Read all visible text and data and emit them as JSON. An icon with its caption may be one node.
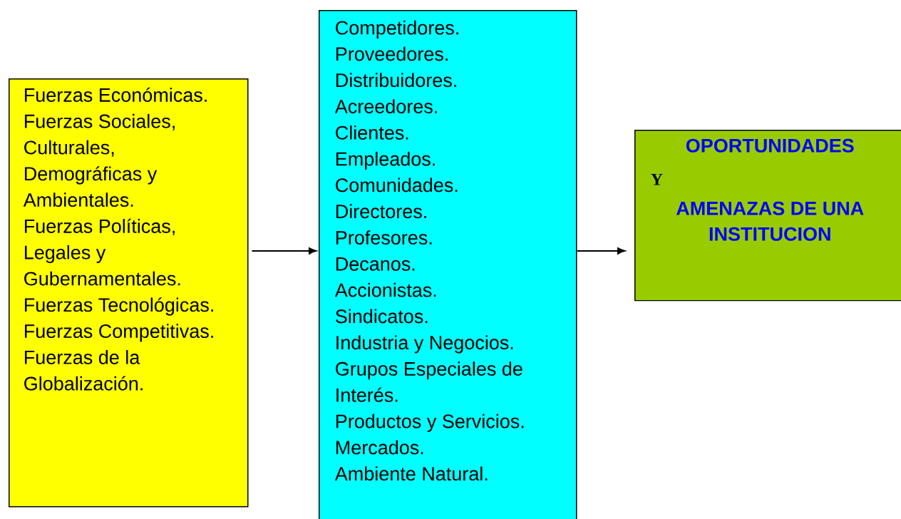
{
  "diagram": {
    "nodes": [
      {
        "text": [
          "Fuerzas Económicas.",
          "Fuerzas Sociales, Culturales, Demográficas y Ambientales.",
          "Fuerzas Políticas, Legales y Gubernamentales.",
          "Fuerzas Tecnológicas.",
          "Fuerzas Competitivas.",
          "Fuerzas de la Globalización."
        ]
      },
      {
        "text": [
          "Competidores.",
          "Proveedores.",
          "Distribuidores.",
          "Acreedores.",
          "Clientes.",
          "Empleados.",
          "Comunidades.",
          "Directores.",
          "Profesores.",
          "Decanos.",
          "Accionistas.",
          "Sindicatos.",
          "Industria y Negocios.",
          "Grupos Especiales de Interés.",
          "Productos y Servicios.",
          "Mercados.",
          "Ambiente Natural."
        ]
      },
      {
        "text": [
          "OPORTUNIDADES",
          "Y",
          "AMENAZAS DE UNA INSTITUCION"
        ]
      }
    ],
    "edges": [
      {
        "from": 0,
        "to": 1,
        "arrow": "to"
      },
      {
        "from": 1,
        "to": 2,
        "arrow": "to"
      }
    ]
  }
}
